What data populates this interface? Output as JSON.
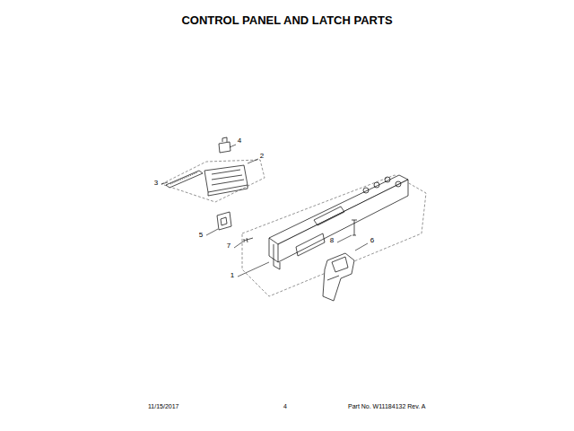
{
  "diagram": {
    "title": "CONTROL PANEL AND LATCH PARTS",
    "labels": [
      "4",
      "2",
      "3",
      "5",
      "7",
      "8",
      "6",
      "1",
      "11/15/2017",
      "4",
      "Part No. W11184132 Rev. A"
    ]
  }
}
